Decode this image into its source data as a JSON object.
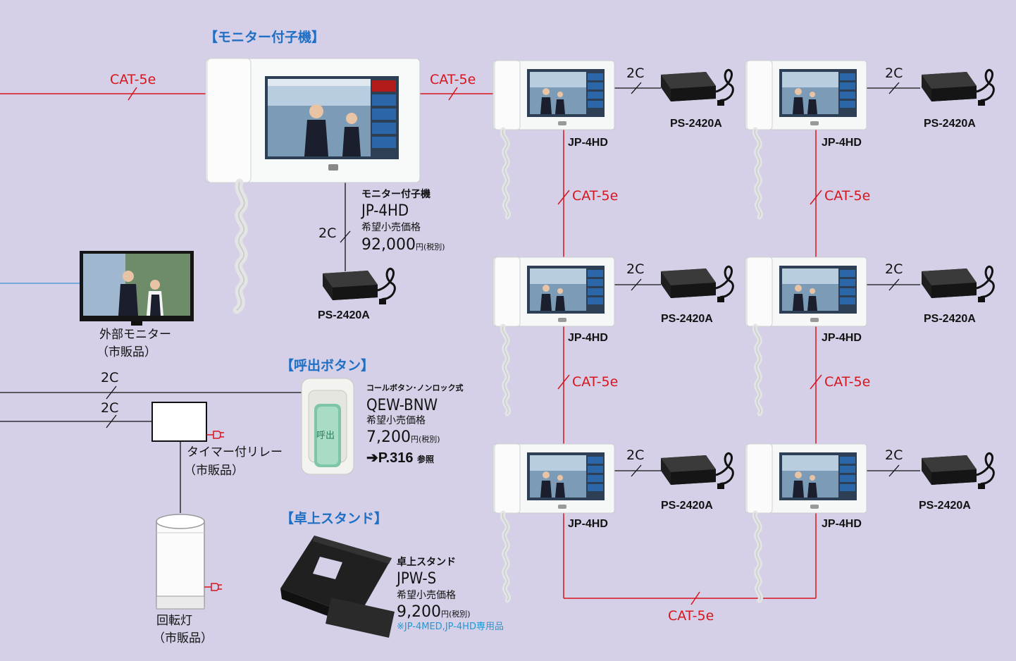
{
  "sections": {
    "monitor_slave": "【モニター付子機】",
    "call_button": "【呼出ボタン】",
    "desk_stand": "【卓上スタンド】"
  },
  "cable_labels": {
    "cat5e": "CAT-5e",
    "two_c": "2C"
  },
  "main_unit": {
    "category": "モニター付子機",
    "model": "JP-4HD",
    "price_label": "希望小売価格",
    "price": "92,000",
    "price_unit": "円(税別)",
    "power_supply": "PS-2420A"
  },
  "slave_units": {
    "model": "JP-4HD",
    "power_supply": "PS-2420A"
  },
  "external_monitor": {
    "name": "外部モニター",
    "note": "（市販品）"
  },
  "call_button": {
    "category": "コールボタン･ノンロック式",
    "model": "QEW-BNW",
    "price_label": "希望小売価格",
    "price": "7,200",
    "price_unit": "円(税別)",
    "ref_page": "➔P.316",
    "ref_label": "参照",
    "face_text": "呼出"
  },
  "timer_relay": {
    "name": "タイマー付リレー",
    "note": "（市販品）"
  },
  "rotary_lamp": {
    "name": "回転灯",
    "note": "（市販品）"
  },
  "desk_stand": {
    "category": "卓上スタンド",
    "model": "JPW-S",
    "price_label": "希望小売価格",
    "price": "9,200",
    "price_unit": "円(税別)",
    "note": "※JP-4MED,JP-4HD専用品"
  },
  "colors": {
    "background": "#d5d0e7",
    "cat5e_line": "#d7151d",
    "section_title": "#1f6fc4",
    "monitor_line": "#3d8fd9",
    "note": "#1c9ad6"
  }
}
